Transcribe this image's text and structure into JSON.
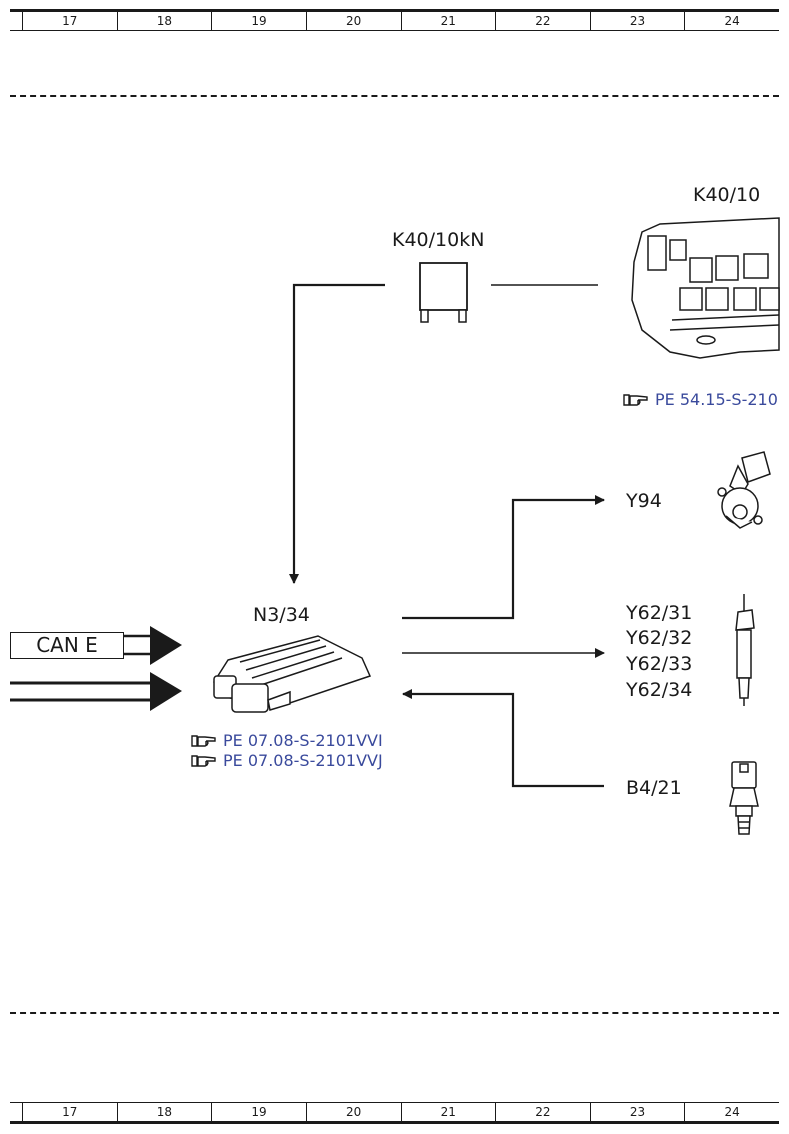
{
  "ruler_top": [
    "17",
    "18",
    "19",
    "20",
    "21",
    "22",
    "23",
    "24"
  ],
  "ruler_bottom": [
    "17",
    "18",
    "19",
    "20",
    "21",
    "22",
    "23",
    "24"
  ],
  "labels": {
    "k40_10": "K40/10",
    "k40_10kn": "K40/10kN",
    "y94": "Y94",
    "n3_34": "N3/34",
    "can_e": "CAN E",
    "y62_31": "Y62/31",
    "y62_32": "Y62/32",
    "y62_33": "Y62/33",
    "y62_34": "Y62/34",
    "b4_21": "B4/21"
  },
  "refs": {
    "k40_ref": "PE 54.15-S-210",
    "n3_ref1": "PE 07.08-S-2101VVI",
    "n3_ref2": "PE 07.08-S-2101VVJ"
  },
  "colors": {
    "line": "#1a1a1a",
    "ref_text": "#3a4a9c"
  },
  "icons": {
    "ref": "pointing-hand-icon"
  }
}
